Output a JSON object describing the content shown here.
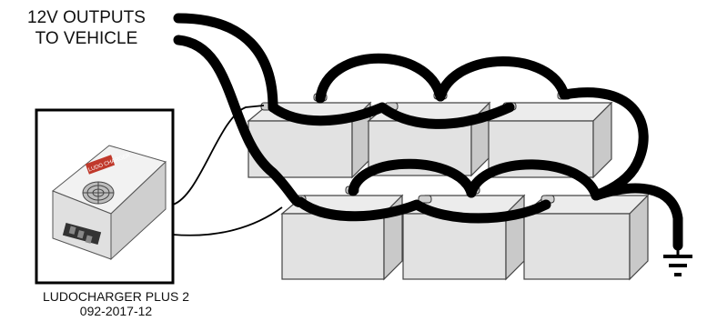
{
  "labels": {
    "outputs_line1": "12V OUTPUTS",
    "outputs_line2": "TO VEHICLE",
    "charger_name": "LUDOCHARGER PLUS 2",
    "charger_part": "092-2017-12"
  },
  "charger_branding": "LUDO CHARGER",
  "batteries": {
    "rows": 2,
    "per_row": 3
  },
  "icons": [
    "ground-icon",
    "fan-grille-icon"
  ],
  "colors": {
    "cable": "#000000",
    "battery": "#e2e2e2",
    "charger_body": "#eeeeee",
    "brand_accent": "#c0392b"
  }
}
